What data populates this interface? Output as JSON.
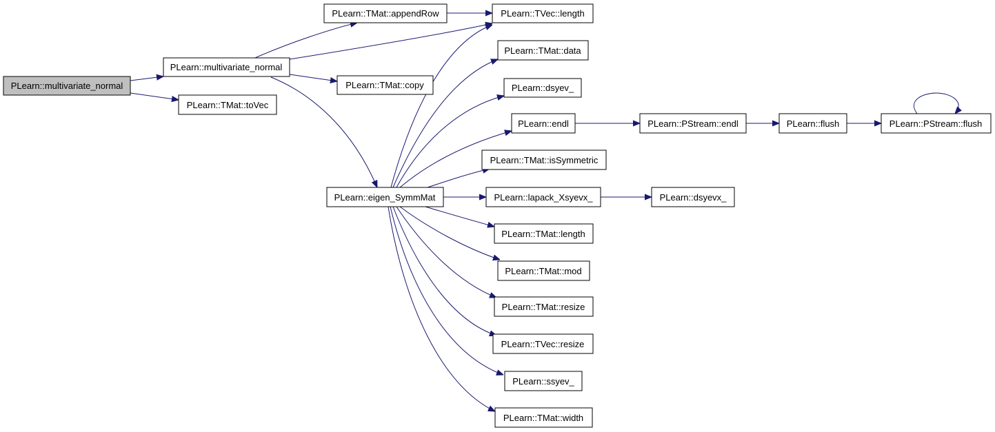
{
  "diagram": {
    "colors": {
      "edge": "#191970",
      "root_fill": "#bfbfbf",
      "node_fill": "#ffffff",
      "border": "#000000"
    },
    "nodes": {
      "root": "PLearn::multivariate_normal",
      "mvn": "PLearn::multivariate_normal",
      "tovec": "PLearn::TMat::toVec",
      "appendrow": "PLearn::TMat::appendRow",
      "copy": "PLearn::TMat::copy",
      "eigen": "PLearn::eigen_SymmMat",
      "tveclen": "PLearn::TVec::length",
      "data": "PLearn::TMat::data",
      "dsyev": "PLearn::dsyev_",
      "endl": "PLearn::endl",
      "pendl": "PLearn::PStream::endl",
      "flush": "PLearn::flush",
      "pflush": "PLearn::PStream::flush",
      "issym": "PLearn::TMat::isSymmetric",
      "lapack": "PLearn::lapack_Xsyevx_",
      "dsyevx": "PLearn::dsyevx_",
      "tmatlen": "PLearn::TMat::length",
      "mod": "PLearn::TMat::mod",
      "tmatresize": "PLearn::TMat::resize",
      "tvecresize": "PLearn::TVec::resize",
      "ssyev": "PLearn::ssyev_",
      "width": "PLearn::TMat::width"
    }
  }
}
